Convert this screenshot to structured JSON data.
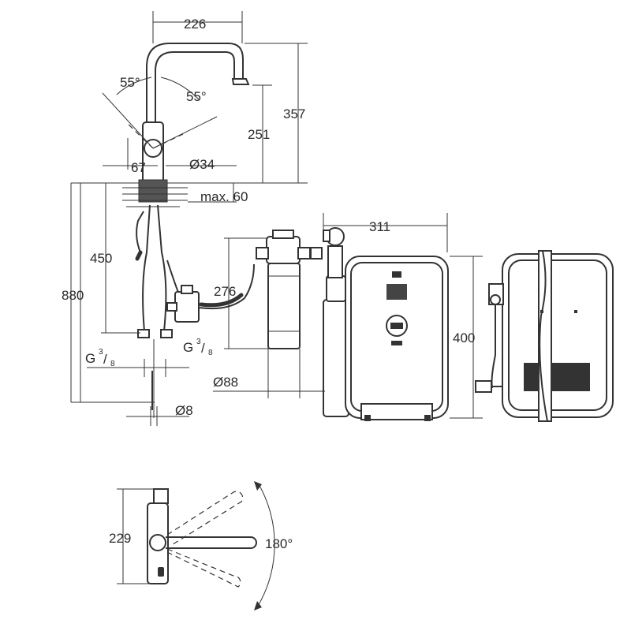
{
  "dimensions": {
    "spout_reach": "226",
    "swivel_angle_left": "55°",
    "swivel_angle_right": "55°",
    "total_height": "357",
    "spout_height": "251",
    "base_offset": "67",
    "base_diameter": "Ø34",
    "max_deck_thickness": "max. 60",
    "hose_length_450": "450",
    "total_length_880": "880",
    "filter_height_276": "276",
    "thread_left": "G",
    "thread_right": "G",
    "thread_sup": "3",
    "thread_sub": "8",
    "filter_diameter": "Ø88",
    "pipe_diameter": "Ø8",
    "boiler_width": "311",
    "boiler_height": "400",
    "handle_height": "229",
    "handle_rotation": "180°"
  }
}
